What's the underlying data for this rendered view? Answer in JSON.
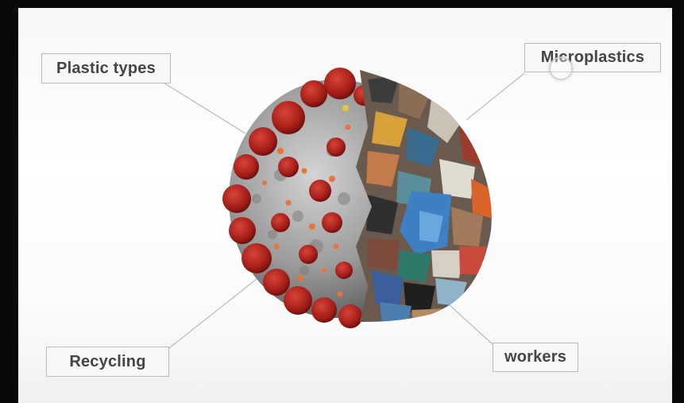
{
  "labels": {
    "plastic_types": "Plastic types",
    "microplastics": "Microplastics",
    "recycling": "Recycling",
    "workers": "workers"
  },
  "colors": {
    "background": "#ffffff",
    "letterbox": "#0a0a0a",
    "label_border": "#b9b9b9",
    "label_text": "#444444",
    "virus_body": "#9a9a9a",
    "virus_spike": "#b0201c",
    "virus_dots": "#e8743a"
  },
  "image": {
    "left_half": "coronavirus",
    "right_half": "plastic waste"
  }
}
